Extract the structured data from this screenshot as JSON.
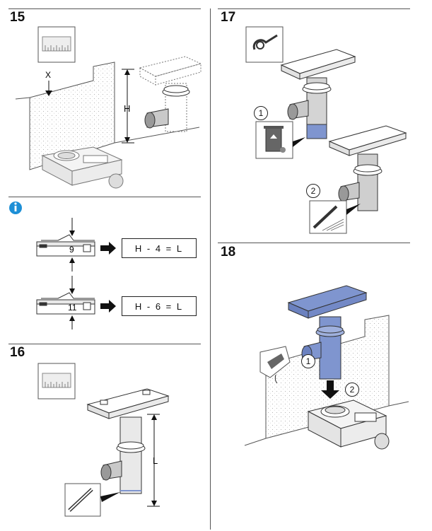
{
  "steps": {
    "s15": "15",
    "s16": "16",
    "s17": "17",
    "s18": "18"
  },
  "step15": {
    "x_label": "X",
    "h_label": "H"
  },
  "info": {
    "icon": "info-icon",
    "row1": {
      "dim": "9",
      "formula": "H - 4 = L"
    },
    "row2": {
      "dim": "11",
      "formula": "H - 6 = L"
    }
  },
  "step16": {
    "l_label": "L"
  },
  "step17": {
    "callout1": "1",
    "callout2": "2"
  },
  "step18": {
    "callout1": "1",
    "callout2": "2"
  },
  "colors": {
    "accent_blue": "#7f95cf",
    "info_blue": "#1d8fd6",
    "pipe_grey": "#c9c9c9",
    "wall": "#f1f1f1"
  }
}
